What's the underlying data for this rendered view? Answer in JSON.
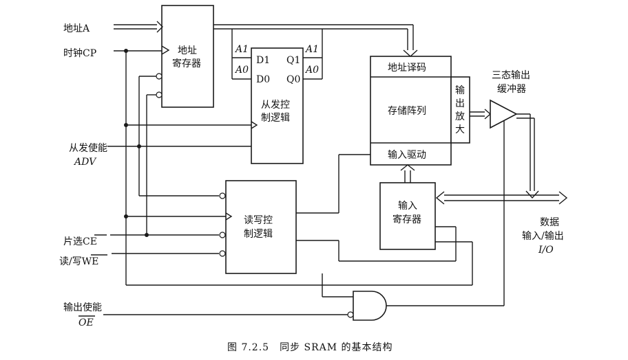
{
  "inputs": {
    "address": "地址A",
    "clock": "时钟CP",
    "burst_enable_line1": "从发使能",
    "burst_enable_line2": "ADV",
    "chip_select": "片选CE",
    "read_write": "读/写WE",
    "output_enable_line1": "输出使能",
    "output_enable_line2": "OE"
  },
  "blocks": {
    "address_register_line1": "地址",
    "address_register_line2": "寄存器",
    "burst_logic_line1": "从发控",
    "burst_logic_line2": "制逻辑",
    "burst_pins": {
      "a1_left": "A1",
      "a0_left": "A0",
      "d1": "D1",
      "d0": "D0",
      "q1": "Q1",
      "q0": "Q0",
      "a1_right": "A1",
      "a0_right": "A0"
    },
    "rw_logic_line1": "读写控",
    "rw_logic_line2": "制逻辑",
    "address_decoder": "地址译码",
    "storage_array": "存储阵列",
    "input_driver": "输入驱动",
    "output_amp_line1": "输",
    "output_amp_line2": "出",
    "output_amp_line3": "放",
    "output_amp_line4": "大",
    "input_register_line1": "输入",
    "input_register_line2": "寄存器"
  },
  "outputs": {
    "tristate_line1": "三态输出",
    "tristate_line2": "缓冲器",
    "data_line1": "数据",
    "data_line2": "输入/输出",
    "data_line3": "I/O"
  },
  "caption": "图 7.2.5　同步 SRAM 的基本结构"
}
